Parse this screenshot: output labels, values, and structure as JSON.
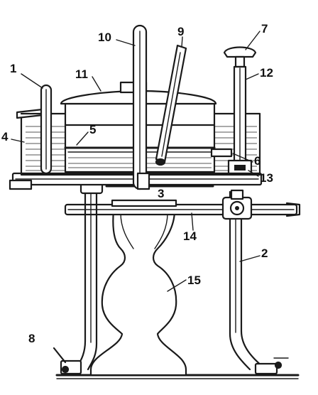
{
  "labels": {
    "l1": "1",
    "l2": "2",
    "l3": "3",
    "l4": "4",
    "l5": "5",
    "l6": "6",
    "l7": "7",
    "l8": "8",
    "l9": "9",
    "l10": "10",
    "l11": "11",
    "l12": "12",
    "l13": "13",
    "l14": "14",
    "l15": "15"
  },
  "colors": {
    "ink": "#1a1a1a",
    "paper": "#ffffff"
  }
}
